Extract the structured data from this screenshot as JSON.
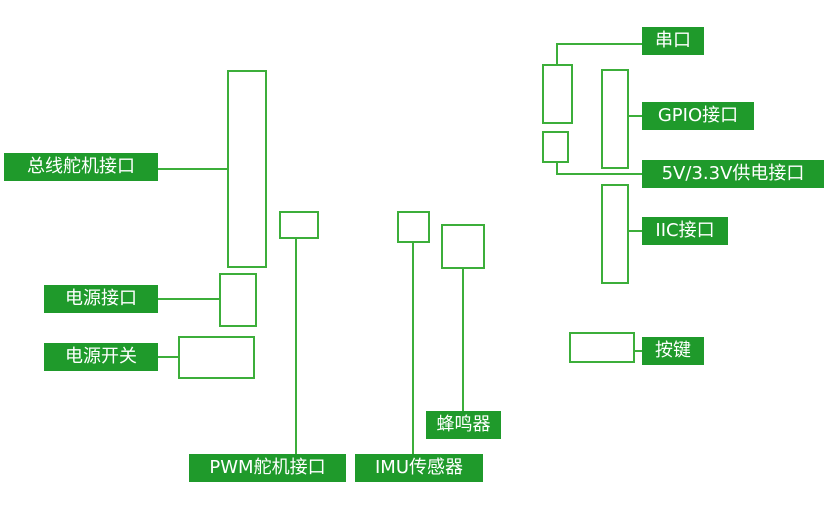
{
  "colors": {
    "accent": "#1f9a2b",
    "line": "#3cae3a",
    "label_text": "#ffffff"
  },
  "labels": {
    "bus_servo": "总线舵机接口",
    "power_port": "电源接口",
    "power_switch": "电源开关",
    "pwm_servo": "PWM舵机接口",
    "imu": "IMU传感器",
    "buzzer": "蜂鸣器",
    "serial": "串口",
    "gpio": "GPIO接口",
    "power_supply": "5V/3.3V供电接口",
    "iic": "IIC接口",
    "button": "按键"
  }
}
